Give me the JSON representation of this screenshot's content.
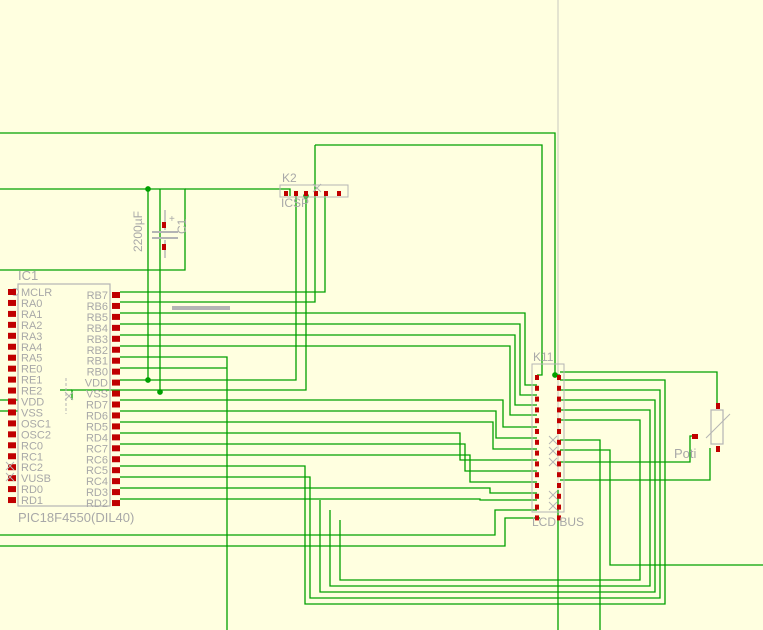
{
  "app": {
    "title": ""
  },
  "colors": {
    "background": "#ffffe0",
    "wire": "#00a000",
    "pad": "#c00000",
    "component_outline": "#b4b4b4",
    "label_text": "#a8a8a8",
    "cursor_line": "#c8c8c0"
  },
  "components": {
    "ic1": {
      "ref": "IC1",
      "value": "PIC18F4550(DIL40)",
      "left_pins": [
        "MCLR",
        "RA0",
        "RA1",
        "RA2",
        "RA3",
        "RA4",
        "RA5",
        "RE0",
        "RE1",
        "RE2",
        "VDD",
        "VSS",
        "OSC1",
        "OSC2",
        "RC0",
        "RC1",
        "RC2",
        "VUSB",
        "RD0",
        "RD1"
      ],
      "right_pins": [
        "RB7",
        "RB6",
        "RB5",
        "RB4",
        "RB3",
        "RB2",
        "RB1",
        "RB0",
        "VDD",
        "VSS",
        "RD7",
        "RD6",
        "RD5",
        "RD4",
        "RC7",
        "RC6",
        "RC5",
        "RC4",
        "RD3",
        "RD2"
      ]
    },
    "k2": {
      "ref": "K2",
      "value": "ICSP"
    },
    "k1": {
      "ref": "K11",
      "value": "LCD BUS"
    },
    "c1": {
      "ref": "C1",
      "value": "2200µF"
    },
    "poti": {
      "value": "Poti"
    }
  }
}
